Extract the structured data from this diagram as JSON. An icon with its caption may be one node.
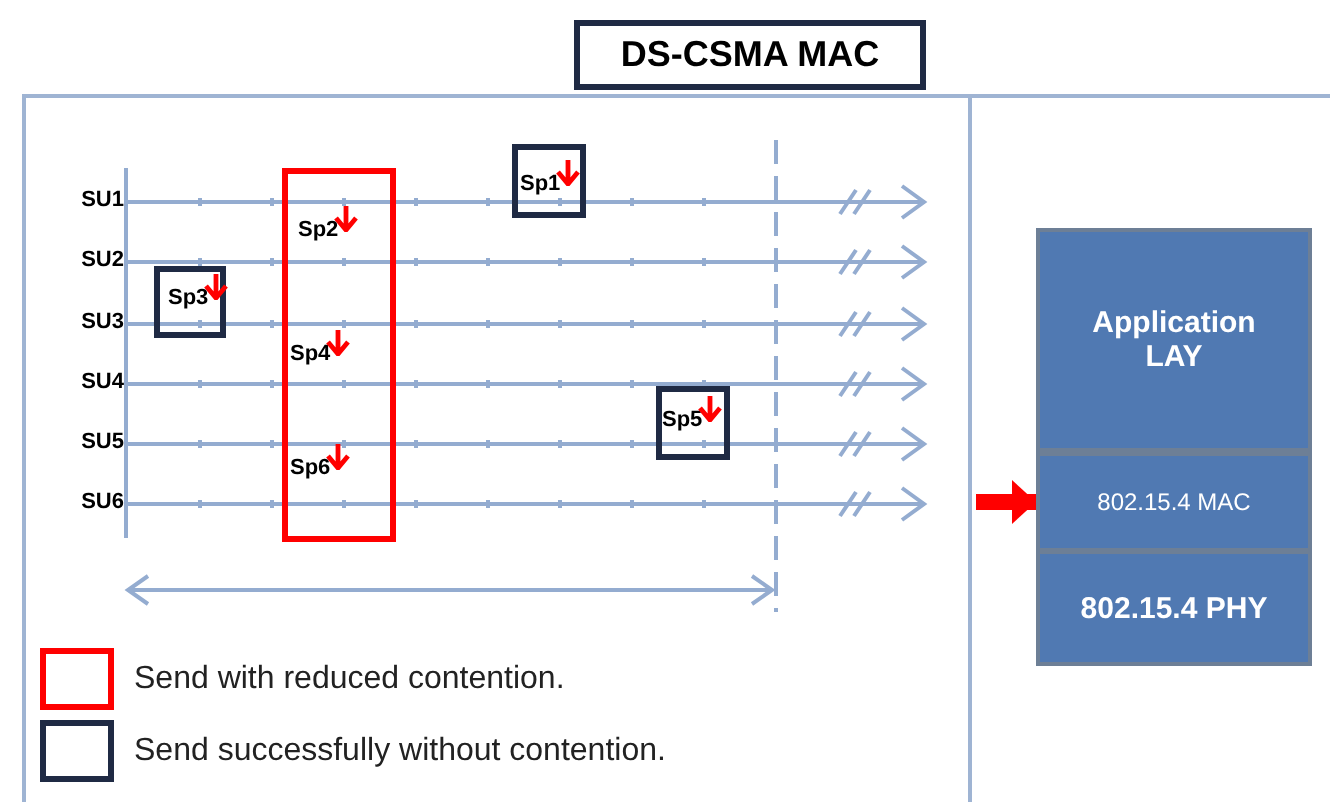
{
  "diagram": {
    "title": "DS-CSMA MAC",
    "nodes": [
      {
        "text": [
          "Sp1"
        ]
      },
      {
        "text": [
          "Sp2",
          "Sp4",
          "Sp6"
        ]
      },
      {
        "text": [
          "Sp3"
        ]
      },
      {
        "text": [
          "Sp5"
        ]
      },
      {
        "text": [
          "Application LAY"
        ]
      },
      {
        "text": [
          "802.15.4 MAC"
        ]
      },
      {
        "text": [
          "802.15.4 PHY"
        ]
      }
    ],
    "edges": [
      {
        "from": null,
        "to": 5,
        "arrow": "to"
      }
    ],
    "labels": [
      "SU1",
      "SU2",
      "SU3",
      "SU4",
      "SU5",
      "SU6"
    ],
    "legend": [
      {
        "text": "Send with reduced contention."
      },
      {
        "text": "Send successfully without contention."
      }
    ]
  }
}
